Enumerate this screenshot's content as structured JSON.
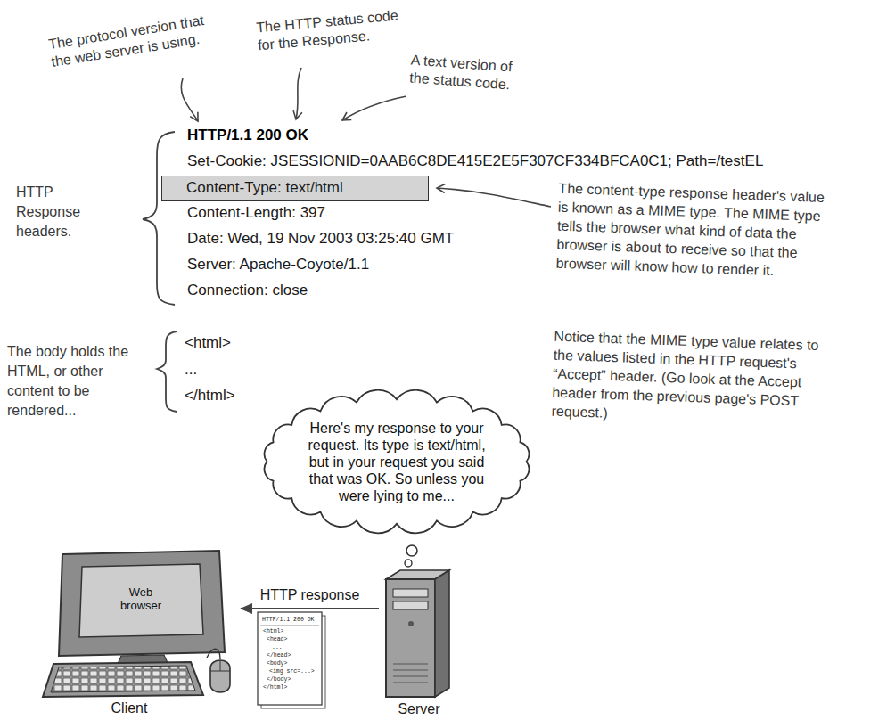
{
  "diagram": {
    "nodes": [
      {
        "text": [
          "Content-Type: text/html"
        ]
      },
      {
        "text": [
          "Here's my response to your request. Its type is text/html, but in your request you said that was OK. So unless you were lying to me..."
        ]
      },
      {
        "text": [
          "Web browser",
          "Client"
        ]
      },
      {
        "text": [
          "Server"
        ]
      }
    ],
    "edges": [
      {
        "from": 3,
        "to": 2,
        "arrow": "to",
        "label": "HTTP response"
      }
    ],
    "labels": [
      "The protocol version that the web server is using.",
      "The HTTP status code for the Response.",
      "A text version of the status code.",
      "HTTP/1.1 200 OK",
      "Set-Cookie: JSESSIONID=0AAB6C8DE415E2E5F307CF334BFCA0C1; Path=/testEL",
      "Content-Length: 397",
      "Date: Wed, 19 Nov 2003 03:25:40 GMT",
      "Server: Apache-Coyote/1.1",
      "Connection: close",
      "HTTP Response headers.",
      "The content-type response header's value is known as a MIME type. The MIME type tells the browser what kind of data the browser is about to receive so that the browser will know how to render it.",
      "Notice that the MIME type value relates to the values listed in the HTTP request's “Accept” header. (Go look at the Accept header from the previous page's POST request.)",
      "The body holds the HTML, or other content to be rendered...",
      "<html>",
      "...",
      "</html>",
      "HTTP/1.1 200 OK",
      "<html>",
      "<head>",
      "...",
      "</head>",
      "<body>",
      "<img src=...>",
      "</body>",
      "</html>"
    ]
  }
}
